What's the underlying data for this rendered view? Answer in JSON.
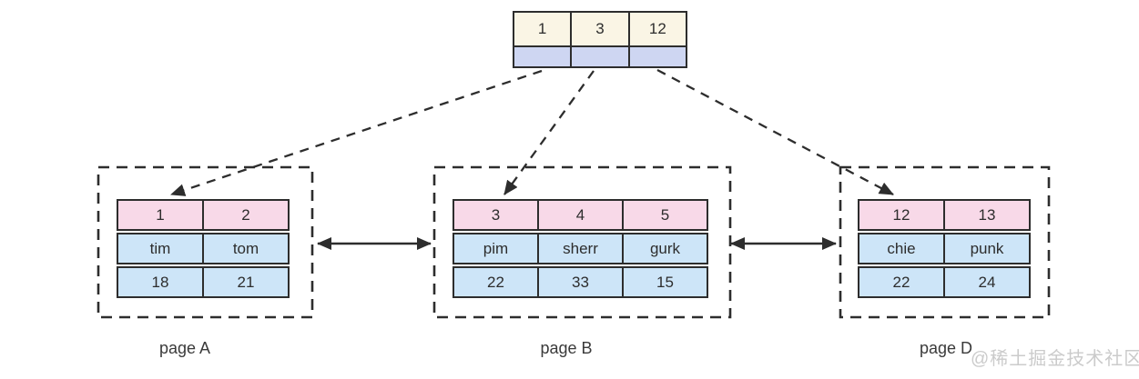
{
  "diagram": {
    "root_node": {
      "keys": [
        "1",
        "3",
        "12"
      ],
      "key_cell_color": "#FAF5E5",
      "pointer_cell_color": "#CED6F2"
    },
    "pages": [
      {
        "label": "page A",
        "header": [
          "1",
          "2"
        ],
        "rows": [
          [
            "tim",
            "tom"
          ],
          [
            "18",
            "21"
          ]
        ]
      },
      {
        "label": "page B",
        "header": [
          "3",
          "4",
          "5"
        ],
        "rows": [
          [
            "pim",
            "sherr",
            "gurk"
          ],
          [
            "22",
            "33",
            "15"
          ]
        ]
      },
      {
        "label": "page D",
        "header": [
          "12",
          "13"
        ],
        "rows": [
          [
            "chie",
            "punk"
          ],
          [
            "22",
            "24"
          ]
        ]
      }
    ],
    "colors": {
      "header_row": "#F8D9E8",
      "data_row": "#CDE5F8",
      "line": "#2D2D2D"
    },
    "watermark": "@稀土掘金技术社区"
  }
}
